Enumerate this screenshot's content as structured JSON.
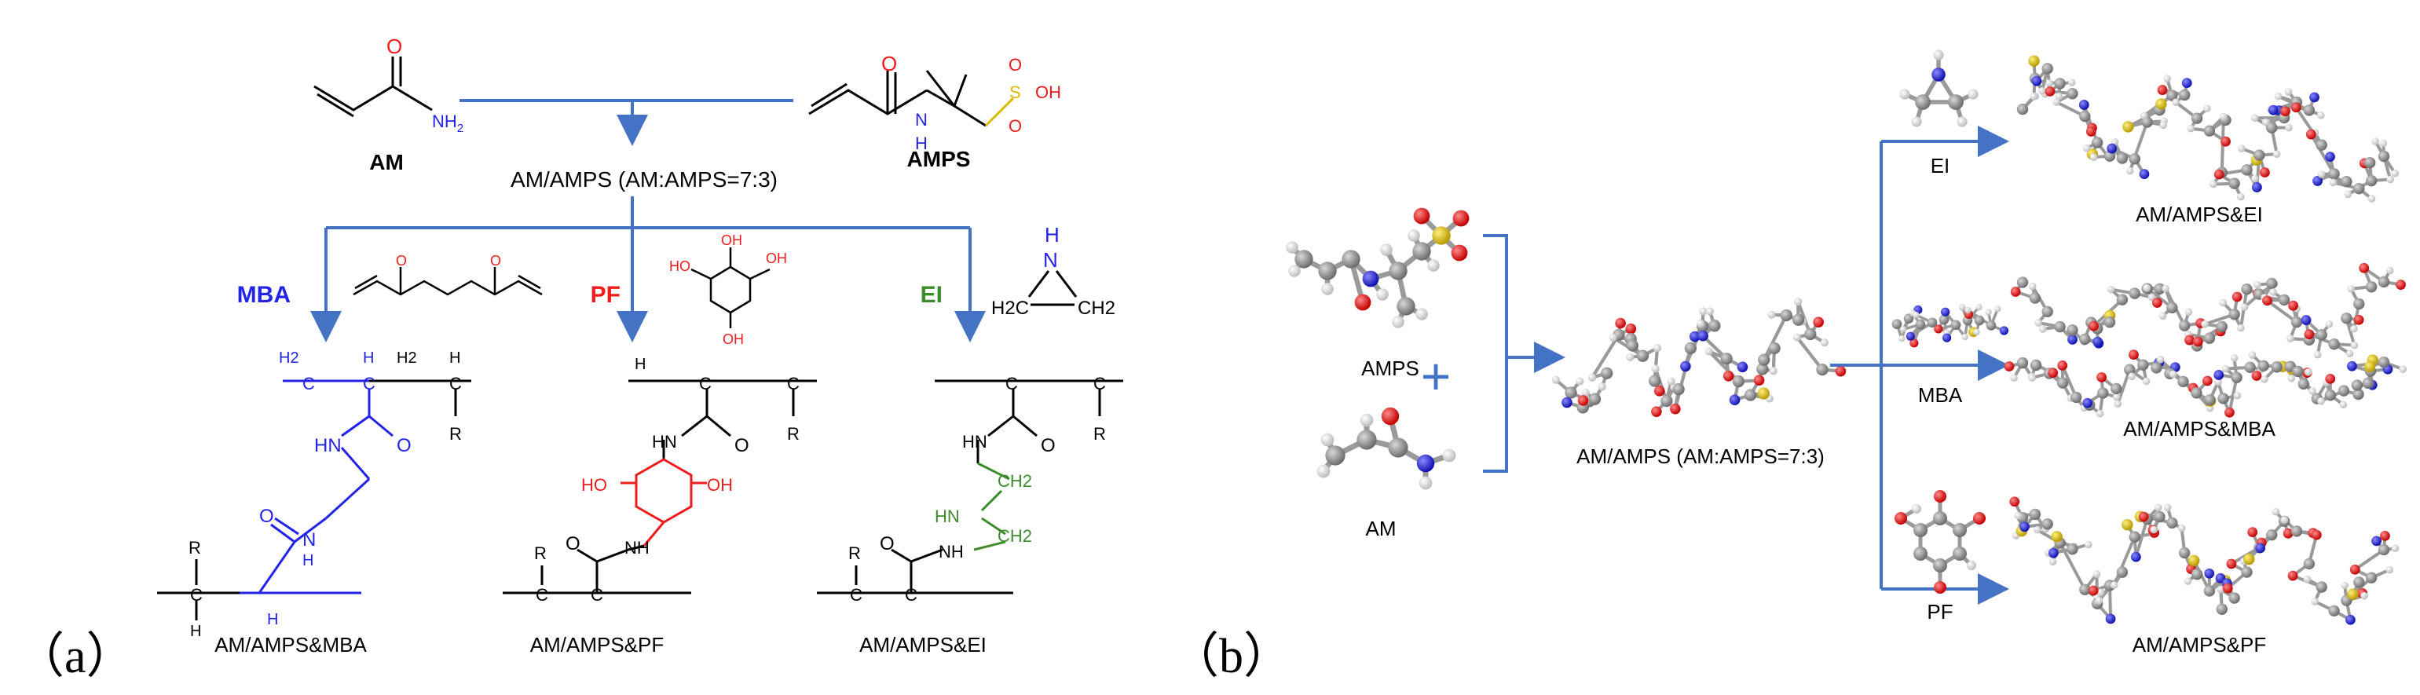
{
  "panel_a": {
    "label": "（a）",
    "monomers": {
      "am": "AM",
      "amps": "AMPS",
      "nh2": "NH",
      "nh2_sub": "2",
      "oh": "OH",
      "o": "O",
      "n": "N",
      "h": "H",
      "s": "S"
    },
    "copolymer": "AM/AMPS (AM:AMPS=7:3)",
    "crosslinkers": {
      "mba": "MBA",
      "pf": "PF",
      "ei": "EI"
    },
    "products": {
      "mba": "AM/AMPS&MBA",
      "pf": "AM/AMPS&PF",
      "ei": "AM/AMPS&EI"
    },
    "atoms": {
      "c": "C",
      "h": "H",
      "h2": "H2",
      "r": "R",
      "hn": "HN",
      "nh": "NH",
      "ho": "HO",
      "ch2": "CH2",
      "h2c": "H2C"
    }
  },
  "panel_b": {
    "label": "（b）",
    "amps": "AMPS",
    "plus": "+",
    "am": "AM",
    "copolymer": "AM/AMPS (AM:AMPS=7:3)",
    "branches": [
      {
        "crosslinker": "EI",
        "product": "AM/AMPS&EI"
      },
      {
        "crosslinker": "MBA",
        "product": "AM/AMPS&MBA"
      },
      {
        "crosslinker": "PF",
        "product": "AM/AMPS&PF"
      }
    ]
  },
  "colors": {
    "arrow": "#4472c4",
    "mba": "#2323e6",
    "pf": "#ee1c1c",
    "ei": "#3c8c2c",
    "oxygen": "#ee1c1c",
    "nitrogen": "#2323e6",
    "sulfur": "#d9b800",
    "carbon_ball": "#8a8a8a",
    "hydrogen_ball": "#f2f2f2"
  }
}
